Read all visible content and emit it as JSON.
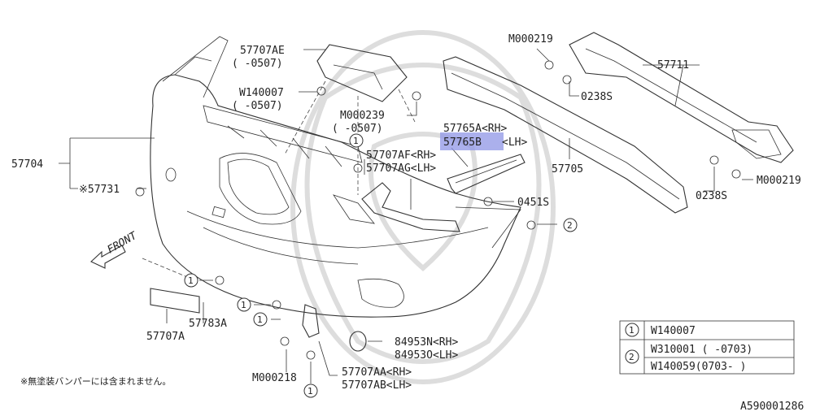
{
  "callouts": {
    "p57707AE": "57707AE",
    "p57707AE_range": "( -0507)",
    "pW140007": "W140007",
    "pW140007_range": "( -0507)",
    "pM000239": "M000239",
    "pM000239_range": "( -0507)",
    "p57704": "57704",
    "p57731": "※57731",
    "p57707AF": "57707AF<RH>",
    "p57707AG": "57707AG<LH>",
    "p57765A": "57765A<RH>",
    "p57765B_num": "57765B",
    "p57765B_side": "<LH>",
    "p57705": "57705",
    "p0451S": "0451S",
    "pM000219_top": "M000219",
    "p0238S_top": "0238S",
    "p57711": "57711",
    "p0238S_bot": "0238S",
    "pM000219_bot": "M000219",
    "front": "FRONT",
    "p57707A": "57707A",
    "p57783A": "57783A",
    "p84953N": "84953N<RH>",
    "p84953O": "84953O<LH>",
    "pM000218": "M000218",
    "p57707AA": "57707AA<RH>",
    "p57707AB": "57707AB<LH>"
  },
  "circle_marks": [
    "1",
    "2"
  ],
  "legend": {
    "row1": {
      "mark": "1",
      "text": "W140007"
    },
    "row2": {
      "mark": "2",
      "text_a": "W310001 (     -0703)",
      "text_b": "W140059(0703-     )"
    }
  },
  "footnote": "※無塗装バンパーには含まれません。",
  "diagram_id": "A590001286",
  "highlight_color": "#8f96e6"
}
